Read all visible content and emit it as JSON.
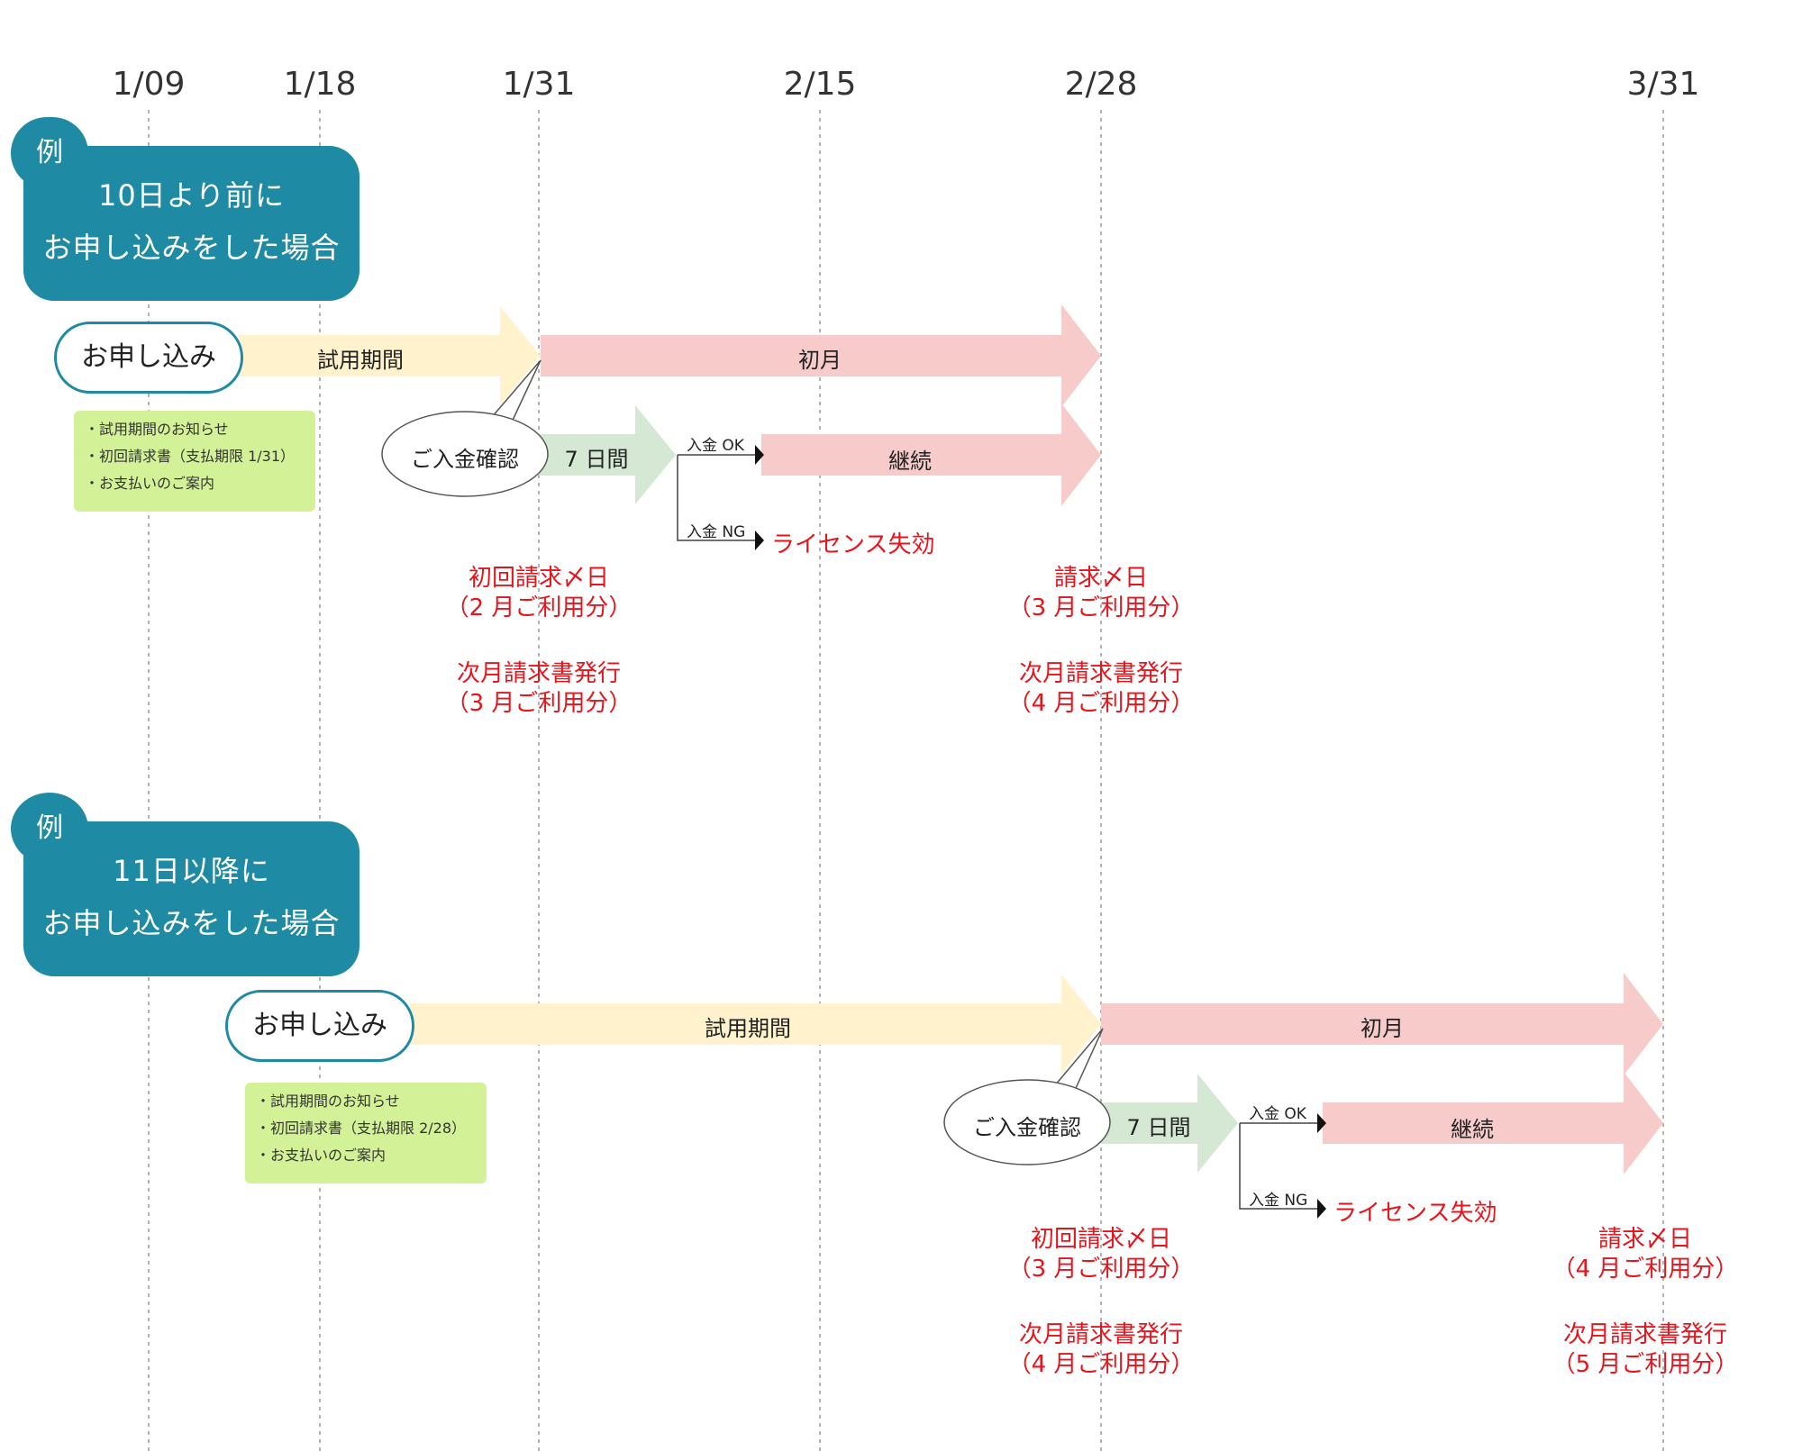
{
  "dates": [
    "1/09",
    "1/18",
    "1/31",
    "2/15",
    "2/28",
    "3/31"
  ],
  "colors": {
    "teal": "#1e8aa3",
    "trial": "#fff2cc",
    "first_month": "#f7cbc9",
    "payment_period": "#d5e8d4",
    "notice_bg": "#d3f298",
    "alert_red": "#e8141c"
  },
  "example1": {
    "tab": "例",
    "title_line1": "10日より前に",
    "title_line2": "お申し込みをした場合",
    "apply": "お申し込み",
    "trial": "試用期間",
    "first_month": "初月",
    "bubble": "ご入金確認",
    "payment_period": "7 日間",
    "ok_label": "入金 OK",
    "continue": "継続",
    "ng_label": "入金 NG",
    "expired": "ライセンス失効",
    "notices": [
      "・試用期間のお知らせ",
      "・初回請求書（支払期限 1/31）",
      "・お支払いのご案内"
    ],
    "red_a_1": "初回請求〆日",
    "red_a_2": "（2 月ご利用分）",
    "red_a_3": "次月請求書発行",
    "red_a_4": "（3 月ご利用分）",
    "red_b_1": "請求〆日",
    "red_b_2": "（3 月ご利用分）",
    "red_b_3": "次月請求書発行",
    "red_b_4": "（4 月ご利用分）"
  },
  "example2": {
    "tab": "例",
    "title_line1": "11日以降に",
    "title_line2": "お申し込みをした場合",
    "apply": "お申し込み",
    "trial": "試用期間",
    "first_month": "初月",
    "bubble": "ご入金確認",
    "payment_period": "7 日間",
    "ok_label": "入金 OK",
    "continue": "継続",
    "ng_label": "入金 NG",
    "expired": "ライセンス失効",
    "notices": [
      "・試用期間のお知らせ",
      "・初回請求書（支払期限 2/28）",
      "・お支払いのご案内"
    ],
    "red_a_1": "初回請求〆日",
    "red_a_2": "（3 月ご利用分）",
    "red_a_3": "次月請求書発行",
    "red_a_4": "（4 月ご利用分）",
    "red_b_1": "請求〆日",
    "red_b_2": "（4 月ご利用分）",
    "red_b_3": "次月請求書発行",
    "red_b_4": "（5 月ご利用分）"
  }
}
